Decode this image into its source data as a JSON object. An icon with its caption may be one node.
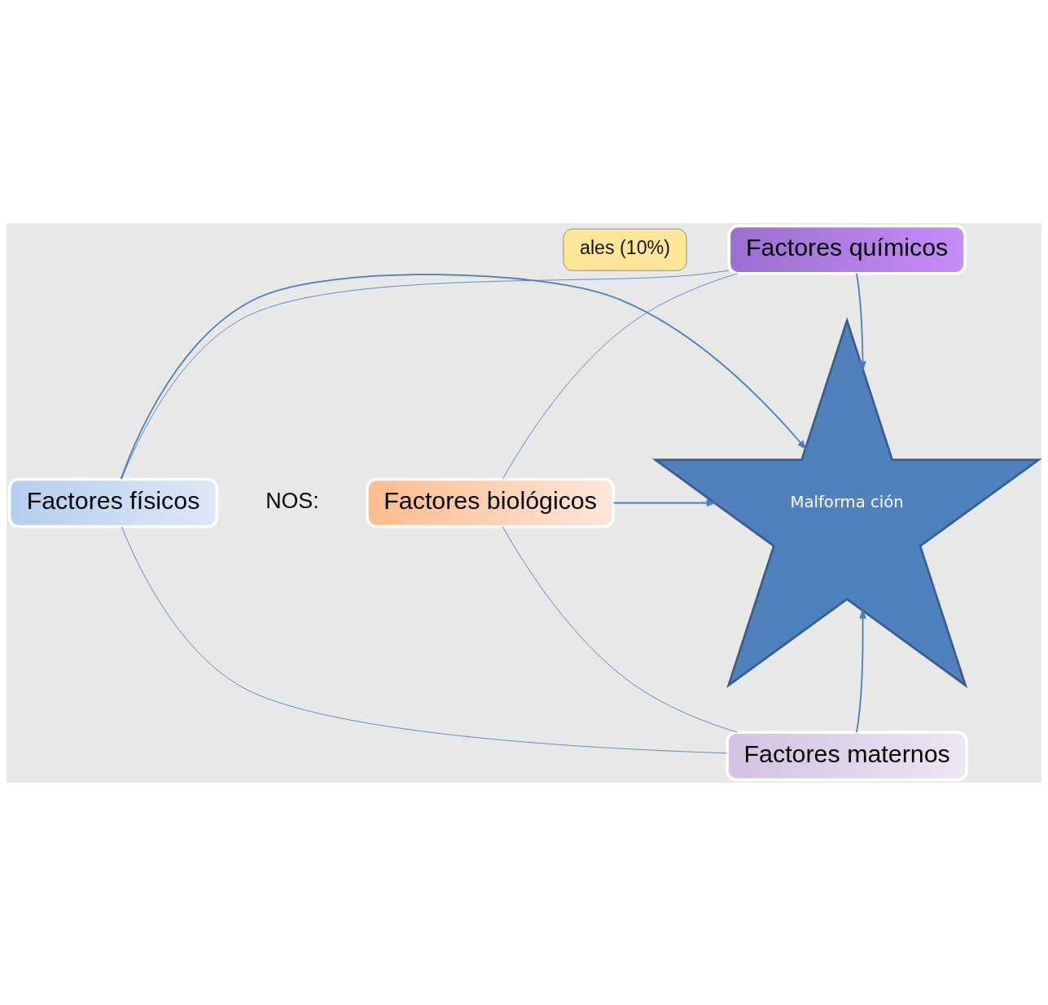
{
  "diagram": {
    "nodes": [
      {
        "text": [
          "ales (10%)"
        ]
      },
      {
        "text": [
          "Factores químicos"
        ]
      },
      {
        "text": [
          "Factores biológicos"
        ]
      },
      {
        "text": [
          "Malforma ción"
        ]
      },
      {
        "text": [
          "Factores físicos"
        ]
      },
      {
        "text": [
          "Factores maternos"
        ]
      }
    ],
    "edges": [
      {
        "from": 1,
        "to": 3,
        "arrow": "to"
      },
      {
        "from": 4,
        "to": 3,
        "arrow": "to"
      },
      {
        "from": 2,
        "to": 3,
        "arrow": "to"
      },
      {
        "from": 5,
        "to": 3,
        "arrow": "to"
      },
      {
        "from": 1,
        "to": 4,
        "arrow": "none"
      },
      {
        "from": 4,
        "to": 5,
        "arrow": "none"
      },
      {
        "from": 5,
        "to": 2,
        "arrow": "none"
      },
      {
        "from": 2,
        "to": 1,
        "arrow": "none"
      }
    ],
    "labels": [
      "NOS:"
    ]
  }
}
